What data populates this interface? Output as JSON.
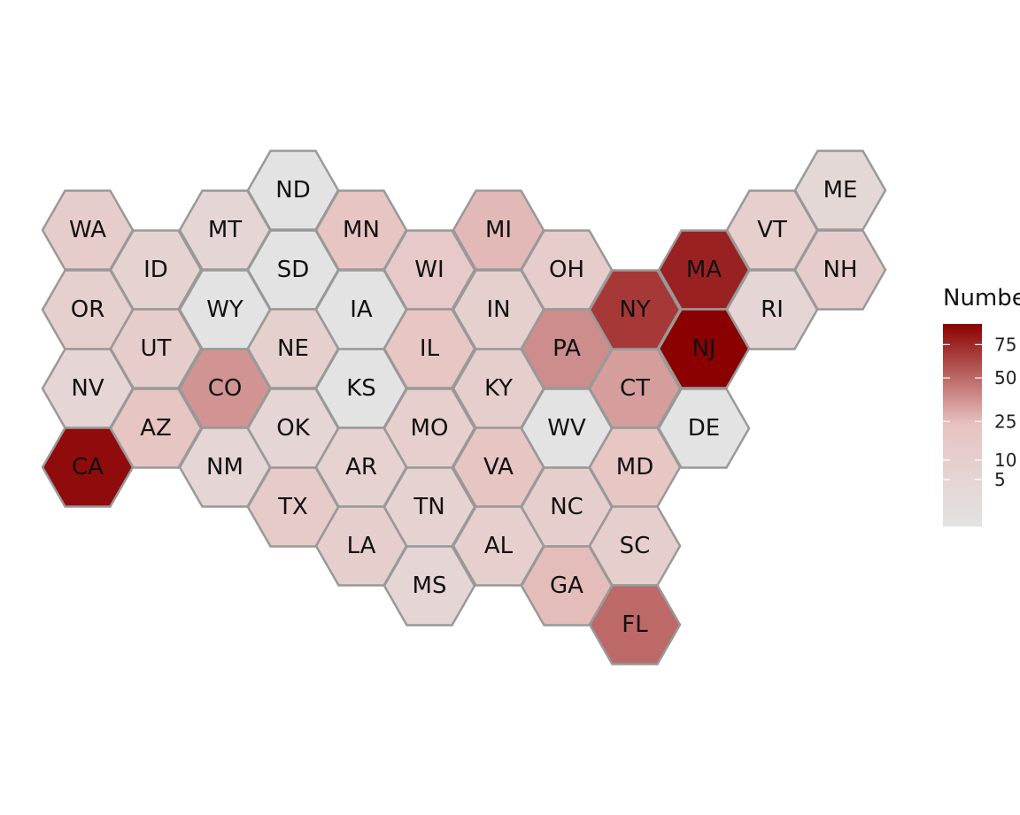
{
  "legend": {
    "title": "Number",
    "ticks": [
      5,
      10,
      25,
      50,
      75
    ],
    "range": [
      0,
      93
    ],
    "low_color": "#e3e3e3",
    "mid_color": "#e7c4c2",
    "high_color": "#8b0000"
  },
  "states": [
    {
      "abbr": "ND",
      "value": 0
    },
    {
      "abbr": "ME",
      "value": 3
    },
    {
      "abbr": "WA",
      "value": 12
    },
    {
      "abbr": "MT",
      "value": 4
    },
    {
      "abbr": "MN",
      "value": 22
    },
    {
      "abbr": "MI",
      "value": 26
    },
    {
      "abbr": "VT",
      "value": 10
    },
    {
      "abbr": "ID",
      "value": 6
    },
    {
      "abbr": "SD",
      "value": 0
    },
    {
      "abbr": "WI",
      "value": 16
    },
    {
      "abbr": "OH",
      "value": 13
    },
    {
      "abbr": "MA",
      "value": 78
    },
    {
      "abbr": "NH",
      "value": 12
    },
    {
      "abbr": "OR",
      "value": 9
    },
    {
      "abbr": "WY",
      "value": 0
    },
    {
      "abbr": "IA",
      "value": 0
    },
    {
      "abbr": "IN",
      "value": 9
    },
    {
      "abbr": "NY",
      "value": 68
    },
    {
      "abbr": "RI",
      "value": 4
    },
    {
      "abbr": "UT",
      "value": 13
    },
    {
      "abbr": "NE",
      "value": 9
    },
    {
      "abbr": "IL",
      "value": 20
    },
    {
      "abbr": "PA",
      "value": 38
    },
    {
      "abbr": "NJ",
      "value": 93
    },
    {
      "abbr": "NV",
      "value": 5
    },
    {
      "abbr": "CO",
      "value": 36
    },
    {
      "abbr": "KS",
      "value": 0
    },
    {
      "abbr": "KY",
      "value": 11
    },
    {
      "abbr": "CT",
      "value": 33
    },
    {
      "abbr": "AZ",
      "value": 22
    },
    {
      "abbr": "OK",
      "value": 5
    },
    {
      "abbr": "MO",
      "value": 10
    },
    {
      "abbr": "WV",
      "value": 0
    },
    {
      "abbr": "DE",
      "value": 0
    },
    {
      "abbr": "CA",
      "value": 88
    },
    {
      "abbr": "NM",
      "value": 5
    },
    {
      "abbr": "AR",
      "value": 7
    },
    {
      "abbr": "VA",
      "value": 22
    },
    {
      "abbr": "MD",
      "value": 20
    },
    {
      "abbr": "TX",
      "value": 14
    },
    {
      "abbr": "TN",
      "value": 7
    },
    {
      "abbr": "NC",
      "value": 11
    },
    {
      "abbr": "LA",
      "value": 11
    },
    {
      "abbr": "AL",
      "value": 10
    },
    {
      "abbr": "SC",
      "value": 11
    },
    {
      "abbr": "MS",
      "value": 5
    },
    {
      "abbr": "GA",
      "value": 25
    },
    {
      "abbr": "FL",
      "value": 50
    }
  ]
}
